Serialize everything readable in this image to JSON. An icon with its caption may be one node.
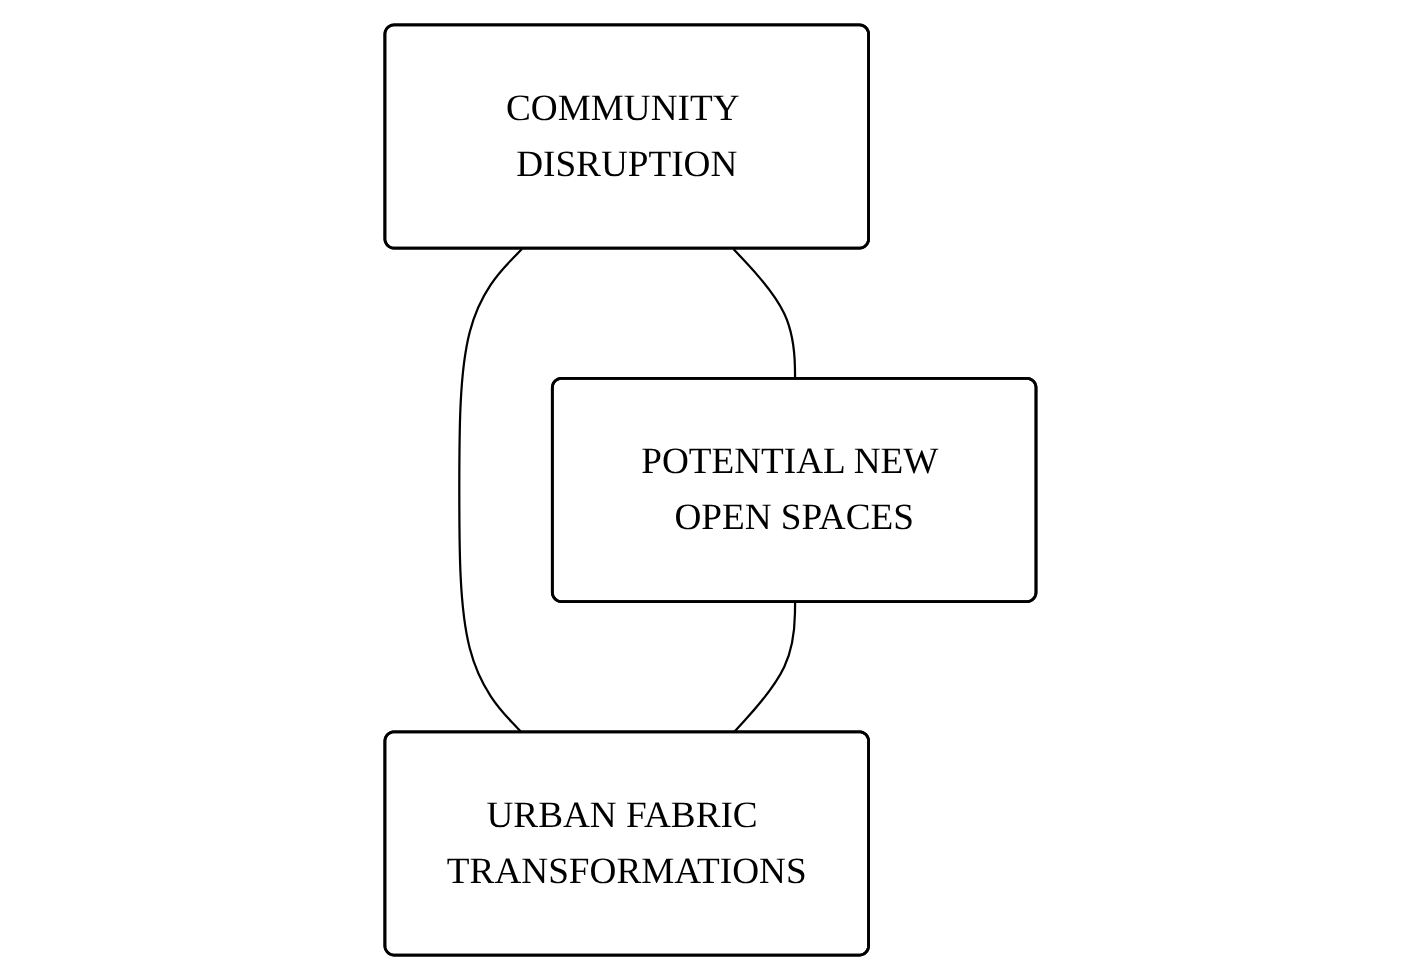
{
  "diagram": {
    "nodes": [
      {
        "text": [
          "COMMUNITY DISRUPTION"
        ]
      },
      {
        "text": [
          "POTENTIAL NEW OPEN SPACES"
        ]
      },
      {
        "text": [
          "URBAN FABRIC TRANSFORMATIONS"
        ]
      }
    ],
    "edges": [
      {
        "from": 0,
        "to": 1,
        "arrow": "none"
      },
      {
        "from": 0,
        "to": 2,
        "arrow": "none"
      },
      {
        "from": 1,
        "to": 2,
        "arrow": "none"
      }
    ]
  }
}
